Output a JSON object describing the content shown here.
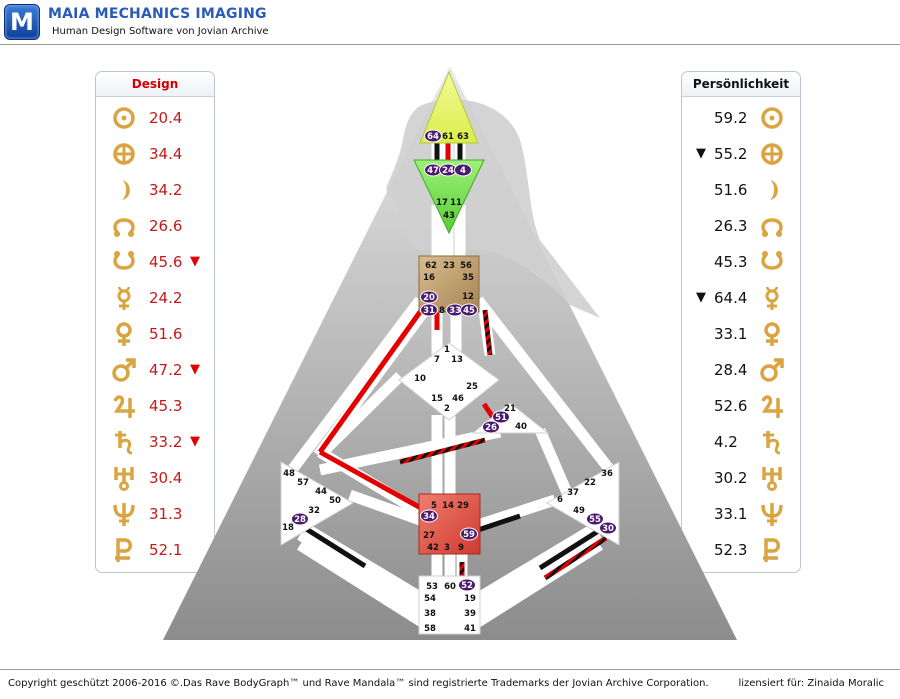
{
  "app": {
    "brand": "MAIA MECHANICS IMAGING",
    "subtitle": "Human Design Software von Jovian Archive",
    "logo_letter": "M"
  },
  "design": {
    "title": "Design",
    "rows": [
      {
        "planet": "sun",
        "value": "20.4",
        "mark": ""
      },
      {
        "planet": "earth",
        "value": "34.4",
        "mark": ""
      },
      {
        "planet": "moon",
        "value": "34.2",
        "mark": ""
      },
      {
        "planet": "north-node",
        "value": "26.6",
        "mark": ""
      },
      {
        "planet": "south-node",
        "value": "45.6",
        "mark": "▼"
      },
      {
        "planet": "mercury",
        "value": "24.2",
        "mark": ""
      },
      {
        "planet": "venus",
        "value": "51.6",
        "mark": ""
      },
      {
        "planet": "mars",
        "value": "47.2",
        "mark": "▼"
      },
      {
        "planet": "jupiter",
        "value": "45.3",
        "mark": ""
      },
      {
        "planet": "saturn",
        "value": "33.2",
        "mark": "▼"
      },
      {
        "planet": "uranus",
        "value": "30.4",
        "mark": ""
      },
      {
        "planet": "neptune",
        "value": "31.3",
        "mark": ""
      },
      {
        "planet": "pluto",
        "value": "52.1",
        "mark": ""
      }
    ]
  },
  "personality": {
    "title": "Persönlichkeit",
    "rows": [
      {
        "planet": "sun",
        "value": "59.2",
        "mark": ""
      },
      {
        "planet": "earth",
        "value": "55.2",
        "mark": "▼"
      },
      {
        "planet": "moon",
        "value": "51.6",
        "mark": ""
      },
      {
        "planet": "north-node",
        "value": "26.3",
        "mark": ""
      },
      {
        "planet": "south-node",
        "value": "45.3",
        "mark": ""
      },
      {
        "planet": "mercury",
        "value": "64.4",
        "mark": "▼"
      },
      {
        "planet": "venus",
        "value": "33.1",
        "mark": ""
      },
      {
        "planet": "mars",
        "value": "28.4",
        "mark": ""
      },
      {
        "planet": "jupiter",
        "value": "52.6",
        "mark": ""
      },
      {
        "planet": "saturn",
        "value": "4.2",
        "mark": ""
      },
      {
        "planet": "uranus",
        "value": "30.2",
        "mark": ""
      },
      {
        "planet": "neptune",
        "value": "33.1",
        "mark": ""
      },
      {
        "planet": "pluto",
        "value": "52.3",
        "mark": ""
      }
    ]
  },
  "bodygraph": {
    "colors": {
      "head": "#e8f57a",
      "ajna": "#8fe86a",
      "g_center": "#c9a77a",
      "sacral": "#e2584a",
      "defined_design": "#e40000",
      "defined_personality": "#111111",
      "gate_badge": "#4a1a6e"
    },
    "gates": [
      {
        "id": "g64",
        "label": "64",
        "badge": true
      },
      {
        "id": "g61",
        "label": "61",
        "badge": false
      },
      {
        "id": "g63",
        "label": "63",
        "badge": false
      },
      {
        "id": "g47",
        "label": "47",
        "badge": true
      },
      {
        "id": "g24",
        "label": "24",
        "badge": true
      },
      {
        "id": "g4",
        "label": "4",
        "badge": true
      },
      {
        "id": "g17",
        "label": "17",
        "badge": false
      },
      {
        "id": "g11",
        "label": "11",
        "badge": false
      },
      {
        "id": "g43",
        "label": "43",
        "badge": false
      },
      {
        "id": "g62",
        "label": "62",
        "badge": false
      },
      {
        "id": "g23",
        "label": "23",
        "badge": false
      },
      {
        "id": "g56",
        "label": "56",
        "badge": false
      },
      {
        "id": "g16",
        "label": "16",
        "badge": false
      },
      {
        "id": "g35",
        "label": "35",
        "badge": false
      },
      {
        "id": "g12",
        "label": "12",
        "badge": false
      },
      {
        "id": "g20",
        "label": "20",
        "badge": true
      },
      {
        "id": "g31",
        "label": "31",
        "badge": true
      },
      {
        "id": "g8",
        "label": "8",
        "badge": false
      },
      {
        "id": "g33",
        "label": "33",
        "badge": true
      },
      {
        "id": "g45",
        "label": "45",
        "badge": true
      },
      {
        "id": "g1",
        "label": "1",
        "badge": false
      },
      {
        "id": "g7",
        "label": "7",
        "badge": false
      },
      {
        "id": "g13",
        "label": "13",
        "badge": false
      },
      {
        "id": "g10",
        "label": "10",
        "badge": false
      },
      {
        "id": "g25",
        "label": "25",
        "badge": false
      },
      {
        "id": "g15",
        "label": "15",
        "badge": false
      },
      {
        "id": "g46",
        "label": "46",
        "badge": false
      },
      {
        "id": "g2",
        "label": "2",
        "badge": false
      },
      {
        "id": "g21",
        "label": "21",
        "badge": false
      },
      {
        "id": "g51",
        "label": "51",
        "badge": true
      },
      {
        "id": "g26",
        "label": "26",
        "badge": true
      },
      {
        "id": "g40",
        "label": "40",
        "badge": false
      },
      {
        "id": "g48",
        "label": "48",
        "badge": false
      },
      {
        "id": "g57",
        "label": "57",
        "badge": false
      },
      {
        "id": "g44",
        "label": "44",
        "badge": false
      },
      {
        "id": "g50",
        "label": "50",
        "badge": false
      },
      {
        "id": "g32",
        "label": "32",
        "badge": false
      },
      {
        "id": "g28",
        "label": "28",
        "badge": true
      },
      {
        "id": "g18",
        "label": "18",
        "badge": false
      },
      {
        "id": "g5",
        "label": "5",
        "badge": false
      },
      {
        "id": "g14",
        "label": "14",
        "badge": false
      },
      {
        "id": "g29",
        "label": "29",
        "badge": false
      },
      {
        "id": "g34",
        "label": "34",
        "badge": true
      },
      {
        "id": "g27",
        "label": "27",
        "badge": false
      },
      {
        "id": "g59",
        "label": "59",
        "badge": true
      },
      {
        "id": "g42",
        "label": "42",
        "badge": false
      },
      {
        "id": "g3",
        "label": "3",
        "badge": false
      },
      {
        "id": "g9",
        "label": "9",
        "badge": false
      },
      {
        "id": "g36",
        "label": "36",
        "badge": false
      },
      {
        "id": "g22",
        "label": "22",
        "badge": false
      },
      {
        "id": "g37",
        "label": "37",
        "badge": false
      },
      {
        "id": "g6",
        "label": "6",
        "badge": false
      },
      {
        "id": "g49",
        "label": "49",
        "badge": false
      },
      {
        "id": "g55",
        "label": "55",
        "badge": true
      },
      {
        "id": "g30",
        "label": "30",
        "badge": true
      },
      {
        "id": "g53",
        "label": "53",
        "badge": false
      },
      {
        "id": "g60",
        "label": "60",
        "badge": false
      },
      {
        "id": "g52",
        "label": "52",
        "badge": true
      },
      {
        "id": "g54",
        "label": "54",
        "badge": false
      },
      {
        "id": "g19",
        "label": "19",
        "badge": false
      },
      {
        "id": "g38",
        "label": "38",
        "badge": false
      },
      {
        "id": "g39",
        "label": "39",
        "badge": false
      },
      {
        "id": "g58",
        "label": "58",
        "badge": false
      },
      {
        "id": "g41",
        "label": "41",
        "badge": false
      }
    ]
  },
  "footer": {
    "copyright": "Copyright geschützt 2006-2016 ©.Das Rave BodyGraph™ und Rave Mandala™ sind registrierte Trademarks der Jovian Archive Corporation.",
    "license": "lizensiert für: Zinaida Moralic"
  }
}
